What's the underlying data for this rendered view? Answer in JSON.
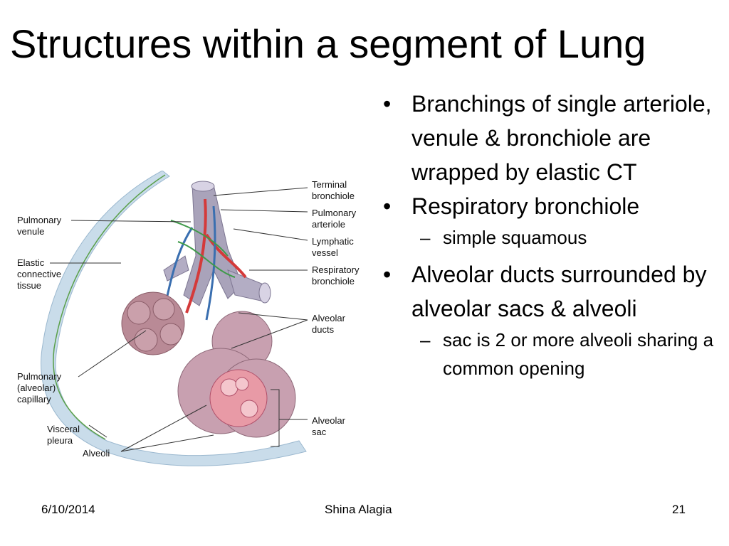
{
  "slide": {
    "title": "Structures within a segment of Lung",
    "bullets": [
      {
        "text": "Branchings of single arteriole, venule & bronchiole are wrapped by elastic CT",
        "subs": []
      },
      {
        "text": "Respiratory bronchiole",
        "subs": [
          "simple squamous"
        ]
      },
      {
        "text": "Alveolar ducts surrounded by alveolar sacs & alveoli",
        "subs": [
          "sac is 2 or more alveoli sharing a common opening"
        ]
      }
    ],
    "bullet_glyph": "•",
    "sub_glyph": "–"
  },
  "figure": {
    "labels": {
      "terminal_bronchiole": "Terminal bronchiole",
      "pulmonary_arteriole": "Pulmonary arteriole",
      "lymphatic_vessel": "Lymphatic vessel",
      "respiratory_bronchiole": "Respiratory bronchiole",
      "alveolar_ducts": "Alveolar ducts",
      "alveolar_sac": "Alveolar sac",
      "pulmonary_venule": "Pulmonary venule",
      "elastic_connective_tissue": "Elastic connective tissue",
      "pulmonary_capillary": "Pulmonary (alveolar) capillary",
      "visceral_pleura": "Visceral pleura",
      "alveoli": "Alveoli"
    },
    "colors": {
      "pleura": "#c9dcea",
      "artery": "#d43a3a",
      "vein": "#3a6fb0",
      "lymph": "#3f9a4a",
      "bronchiole": "#a9a3ba",
      "alveoli": "#c8a0b0",
      "alveoli_inner": "#e89aa6"
    }
  },
  "footer": {
    "date": "6/10/2014",
    "author": "Shina Alagia",
    "page": "21"
  }
}
